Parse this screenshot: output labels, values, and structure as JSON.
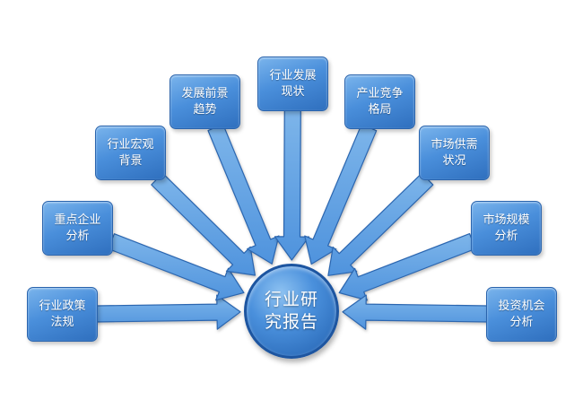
{
  "diagram": {
    "center": {
      "label": "行业研\n究报告"
    },
    "nodes": [
      {
        "id": "policy",
        "label": "行业政策\n法规"
      },
      {
        "id": "key-enterprises",
        "label": "重点企业\n分析"
      },
      {
        "id": "macro",
        "label": "行业宏观\n背景"
      },
      {
        "id": "prospects",
        "label": "发展前景\n趋势"
      },
      {
        "id": "status",
        "label": "行业发展\n现状"
      },
      {
        "id": "competition",
        "label": "产业竞争\n格局"
      },
      {
        "id": "supply-demand",
        "label": "市场供需\n状况"
      },
      {
        "id": "market-scale",
        "label": "市场规模\n分析"
      },
      {
        "id": "investment",
        "label": "投资机会\n分析"
      }
    ],
    "edges": [
      {
        "from": "policy",
        "to": "center"
      },
      {
        "from": "key-enterprises",
        "to": "center"
      },
      {
        "from": "macro",
        "to": "center"
      },
      {
        "from": "prospects",
        "to": "center"
      },
      {
        "from": "status",
        "to": "center"
      },
      {
        "from": "competition",
        "to": "center"
      },
      {
        "from": "supply-demand",
        "to": "center"
      },
      {
        "from": "market-scale",
        "to": "center"
      },
      {
        "from": "investment",
        "to": "center"
      }
    ],
    "colors": {
      "node_fill": "#4a8fdb",
      "node_border": "#2a64ad",
      "arrow_fill": "#4f93dd",
      "arrow_stroke": "#2b66b0",
      "text": "#ffffff"
    }
  }
}
